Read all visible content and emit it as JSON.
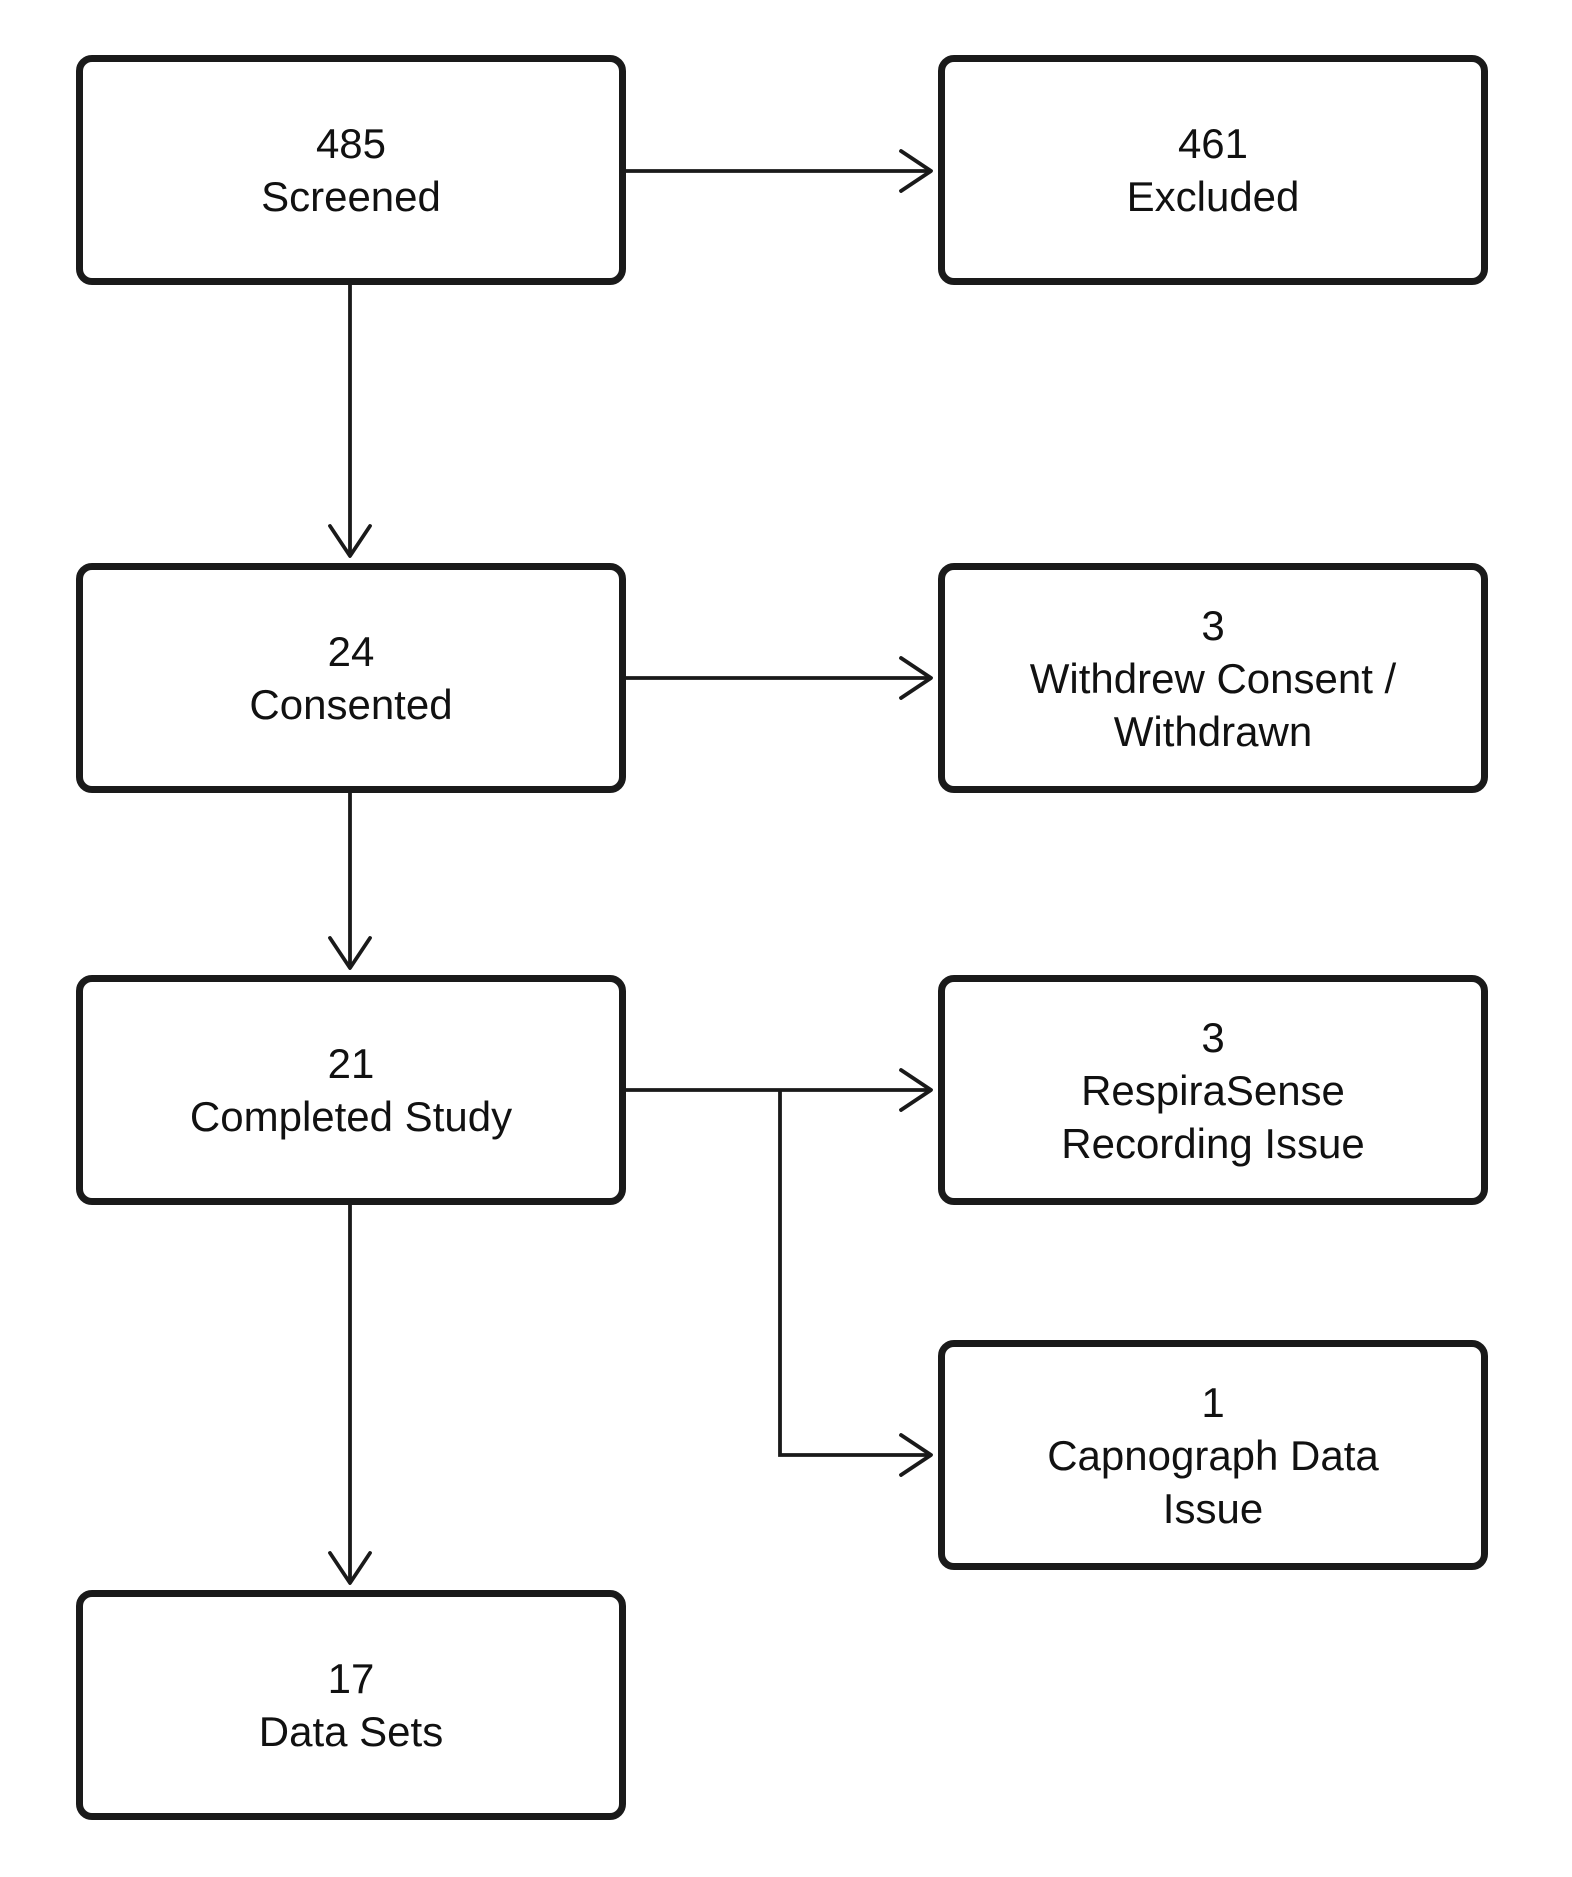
{
  "diagram": {
    "kind": "study-flow-diagram",
    "colors": {
      "background": "#ffffff",
      "box_fill": "#ffffff",
      "box_border": "#1a1a1a",
      "text": "#111111",
      "connector": "#1a1a1a"
    },
    "nodes": [
      {
        "id": "screened",
        "value": "485",
        "label": "Screened"
      },
      {
        "id": "excluded",
        "value": "461",
        "label": "Excluded"
      },
      {
        "id": "consented",
        "value": "24",
        "label": "Consented"
      },
      {
        "id": "withdrew",
        "value": "3",
        "label": "Withdrew Consent /\nWithdrawn"
      },
      {
        "id": "completed",
        "value": "21",
        "label": "Completed Study"
      },
      {
        "id": "respirasense",
        "value": "3",
        "label": "RespiraSense\nRecording Issue"
      },
      {
        "id": "capnograph",
        "value": "1",
        "label": "Capnograph Data\nIssue"
      },
      {
        "id": "datasets",
        "value": "17",
        "label": "Data Sets"
      }
    ],
    "edges": [
      {
        "from": "screened",
        "to": "excluded"
      },
      {
        "from": "screened",
        "to": "consented"
      },
      {
        "from": "consented",
        "to": "withdrew"
      },
      {
        "from": "consented",
        "to": "completed"
      },
      {
        "from": "completed",
        "to": "respirasense"
      },
      {
        "from": "completed",
        "to": "capnograph"
      },
      {
        "from": "completed",
        "to": "datasets"
      }
    ]
  }
}
